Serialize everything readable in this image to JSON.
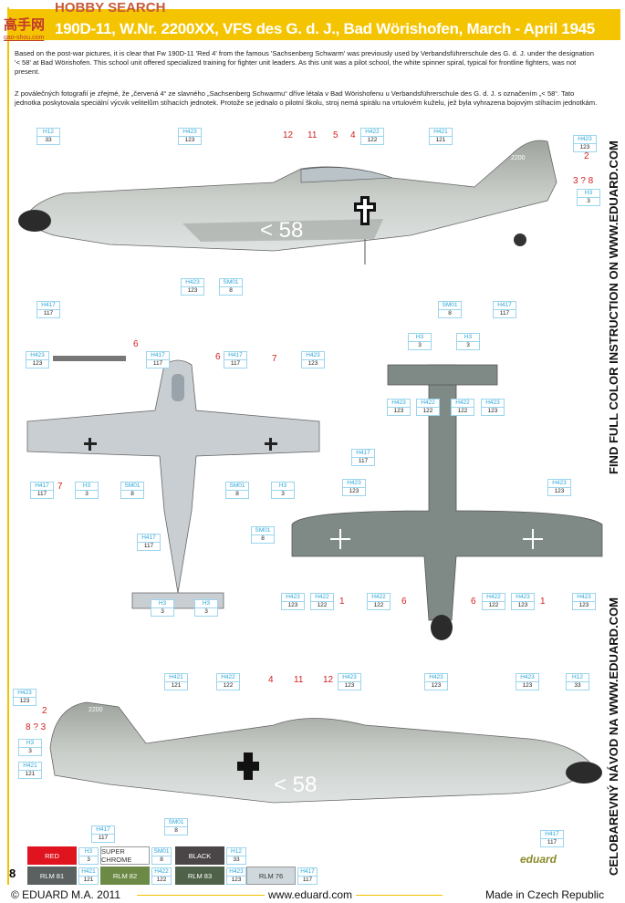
{
  "watermark": {
    "brand": "HOBBY SEARCH",
    "logo": "高手网",
    "url": "gao-shou.com"
  },
  "title": "190D-11, W.Nr. 2200XX, VFS des G. d. J., Bad Wörishofen, March - April 1945",
  "text_en": "Based on the post-war pictures, it is clear that Fw 190D-11 'Red 4' from the famous 'Sachsenberg Schwarm' was previously used by Verbandsführerschule des G. d. J. under the designation '< 58' at Bad Wörishofen. This school unit offered specialized training for fighter unit leaders. As this unit was a pilot school, the white spinner spiral, typical for frontline fighters, was not present.",
  "text_cz": "Z poválečných fotografií je zřejmé, že „červená 4“ ze slavného „Sachsenberg Schwarmu“ dříve létala v Bad Wörishofenu u Verbandsführerschule des G. d. J. s označením „< 58“. Tato jednotka poskytovala speciální výcvik velitelům stíhacích jednotek. Protože se jednalo o pilotní školu, stroj nemá spirálu na vrtulovém kuželu, jež byla vyhrazena bojovým stíhacím jednotkám.",
  "side_text_en": "FIND FULL COLOR INSTRUCTION ON WWW.EDUARD.COM",
  "side_text_cz": "CELOBAREVNÝ NÁVOD NA WWW.EDUARD.COM",
  "aircraft_markings": {
    "fuselage_code": "< 58",
    "tail_number": "2200"
  },
  "callouts": [
    [
      "H12",
      "33"
    ],
    [
      "H423",
      "123"
    ],
    [
      "H422",
      "122"
    ],
    [
      "H421",
      "121"
    ],
    [
      "H423",
      "123"
    ],
    [
      "H3",
      "3"
    ],
    [
      "H423",
      "123"
    ],
    [
      "SM01",
      "8"
    ],
    [
      "H417",
      "117"
    ],
    [
      "SM01",
      "8"
    ],
    [
      "H417",
      "117"
    ],
    [
      "H423",
      "123"
    ],
    [
      "H417",
      "117"
    ],
    [
      "H417",
      "117"
    ],
    [
      "H423",
      "123"
    ],
    [
      "H417",
      "117"
    ],
    [
      "H417",
      "117"
    ],
    [
      "H3",
      "3"
    ],
    [
      "SM01",
      "8"
    ],
    [
      "SM01",
      "8"
    ],
    [
      "H3",
      "3"
    ],
    [
      "H417",
      "117"
    ],
    [
      "SM01",
      "8"
    ],
    [
      "H3",
      "3"
    ],
    [
      "H3",
      "3"
    ],
    [
      "H3",
      "3"
    ],
    [
      "H3",
      "3"
    ],
    [
      "H423",
      "123"
    ],
    [
      "H422",
      "122"
    ],
    [
      "H422",
      "122"
    ],
    [
      "H423",
      "123"
    ],
    [
      "H423",
      "123"
    ],
    [
      "H423",
      "123"
    ],
    [
      "H423",
      "123"
    ],
    [
      "H422",
      "122"
    ],
    [
      "H422",
      "122"
    ],
    [
      "H422",
      "122"
    ],
    [
      "H423",
      "123"
    ],
    [
      "H423",
      "123"
    ],
    [
      "H423",
      "123"
    ],
    [
      "H3",
      "3"
    ],
    [
      "H421",
      "121"
    ],
    [
      "H421",
      "121"
    ],
    [
      "H422",
      "122"
    ],
    [
      "H423",
      "123"
    ],
    [
      "H423",
      "123"
    ],
    [
      "H423",
      "123"
    ],
    [
      "H12",
      "33"
    ],
    [
      "H417",
      "117"
    ],
    [
      "SM01",
      "8"
    ],
    [
      "H417",
      "117"
    ]
  ],
  "refs": [
    "12",
    "11",
    "5",
    "4",
    "2",
    "3 ? 8",
    "6",
    "6",
    "7",
    "7",
    "1",
    "6",
    "6",
    "1",
    "2",
    "8 ? 3",
    "4",
    "11",
    "12"
  ],
  "legend": [
    {
      "name": "RED",
      "code": "H3",
      "num": "3",
      "color": "#e0141e"
    },
    {
      "name": "SUPER CHROME",
      "code": "SM01",
      "num": "8",
      "color": "#ffffff"
    },
    {
      "name": "BLACK",
      "code": "H12",
      "num": "33",
      "color": "#4a4647"
    },
    {
      "name": "RLM 81",
      "code": "H421",
      "num": "121",
      "color": "#5a6160"
    },
    {
      "name": "RLM 82",
      "code": "H422",
      "num": "122",
      "color": "#6c8a45"
    },
    {
      "name": "RLM 83",
      "code": "H423",
      "num": "123",
      "color": "#4f6249"
    },
    {
      "name": "RLM 76",
      "code": "H417",
      "num": "117",
      "color": "#cfd8dc"
    }
  ],
  "page_number": "8",
  "footer": {
    "copyright": "© EDUARD  M.A. 2011",
    "url": "www.eduard.com",
    "made_in": "Made in Czech Republic",
    "brand": "eduard"
  }
}
